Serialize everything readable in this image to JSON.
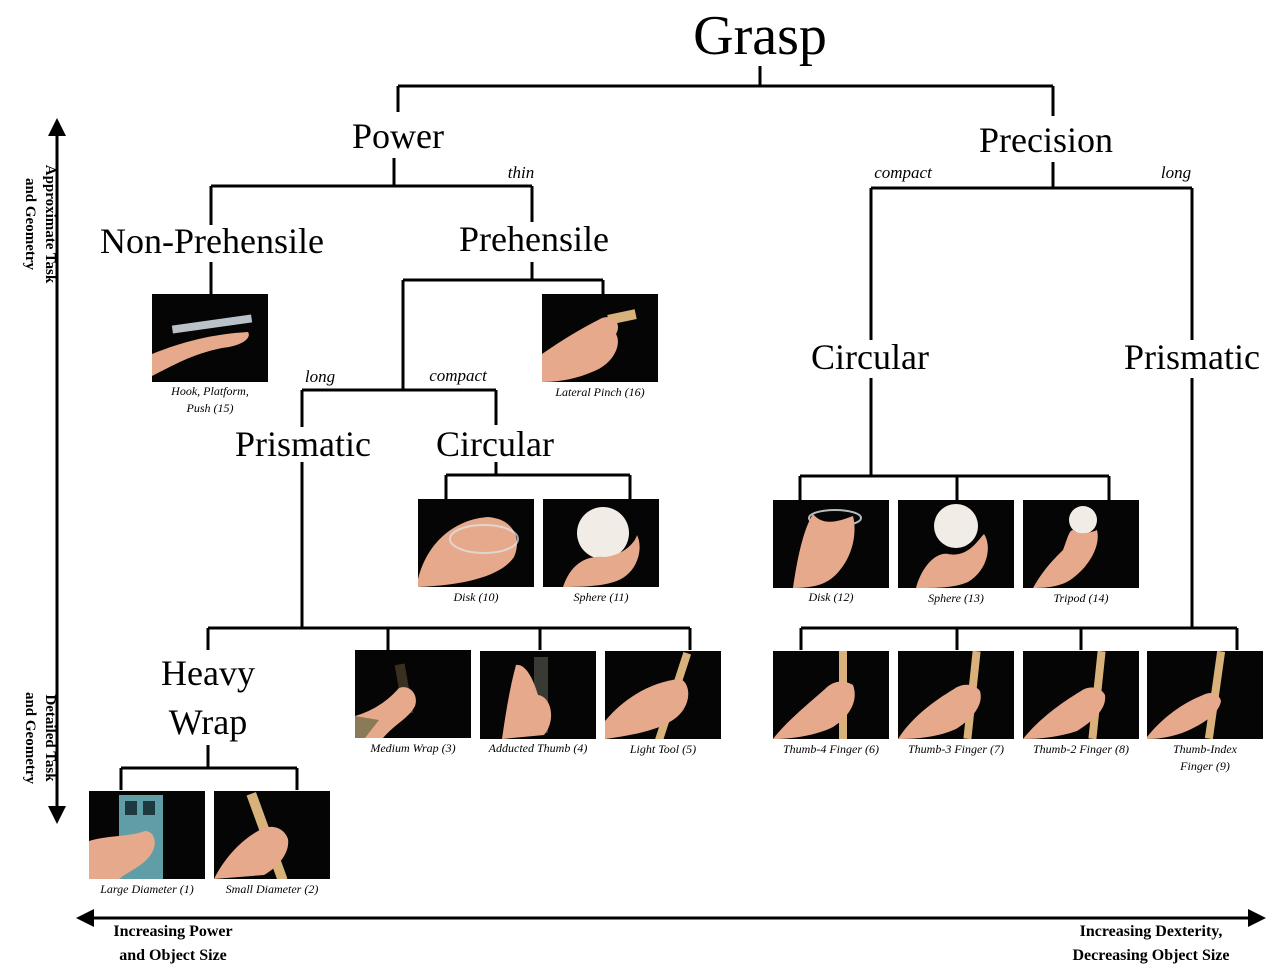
{
  "root": "Grasp",
  "nodes": {
    "power": "Power",
    "precision": "Precision",
    "non_prehensile": "Non-Prehensile",
    "prehensile": "Prehensile",
    "power_prismatic": "Prismatic",
    "power_circular": "Circular",
    "heavy_wrap_line1": "Heavy",
    "heavy_wrap_line2": "Wrap",
    "precision_circular": "Circular",
    "precision_prismatic": "Prismatic"
  },
  "edge_labels": {
    "thin": "thin",
    "power_long": "long",
    "power_compact": "compact",
    "precision_compact": "compact",
    "precision_long": "long"
  },
  "grasps": {
    "g15": [
      "Hook, Platform,",
      "Push (15)"
    ],
    "g16": "Lateral Pinch (16)",
    "g10": "Disk (10)",
    "g11": "Sphere (11)",
    "g12": "Disk (12)",
    "g13": "Sphere (13)",
    "g14": "Tripod (14)",
    "g3": "Medium Wrap (3)",
    "g4": "Adducted Thumb (4)",
    "g5": "Light Tool (5)",
    "g6": "Thumb-4 Finger (6)",
    "g7": "Thumb-3 Finger (7)",
    "g8": "Thumb-2 Finger (8)",
    "g9": [
      "Thumb-Index",
      "Finger (9)"
    ],
    "g1": "Large Diameter (1)",
    "g2": "Small Diameter (2)"
  },
  "axes": {
    "vertical_top": [
      "Approximate Task",
      "and Geometry"
    ],
    "vertical_bottom": [
      "Detailed Task",
      "and Geometry"
    ],
    "horizontal_left": [
      "Increasing Power",
      "and Object Size"
    ],
    "horizontal_right": [
      "Increasing Dexterity,",
      "Decreasing Object Size"
    ]
  },
  "colors": {
    "line": "#000000",
    "photo_bg": "#050505",
    "skin": "#e7a98b",
    "wood": "#d8b27a"
  }
}
